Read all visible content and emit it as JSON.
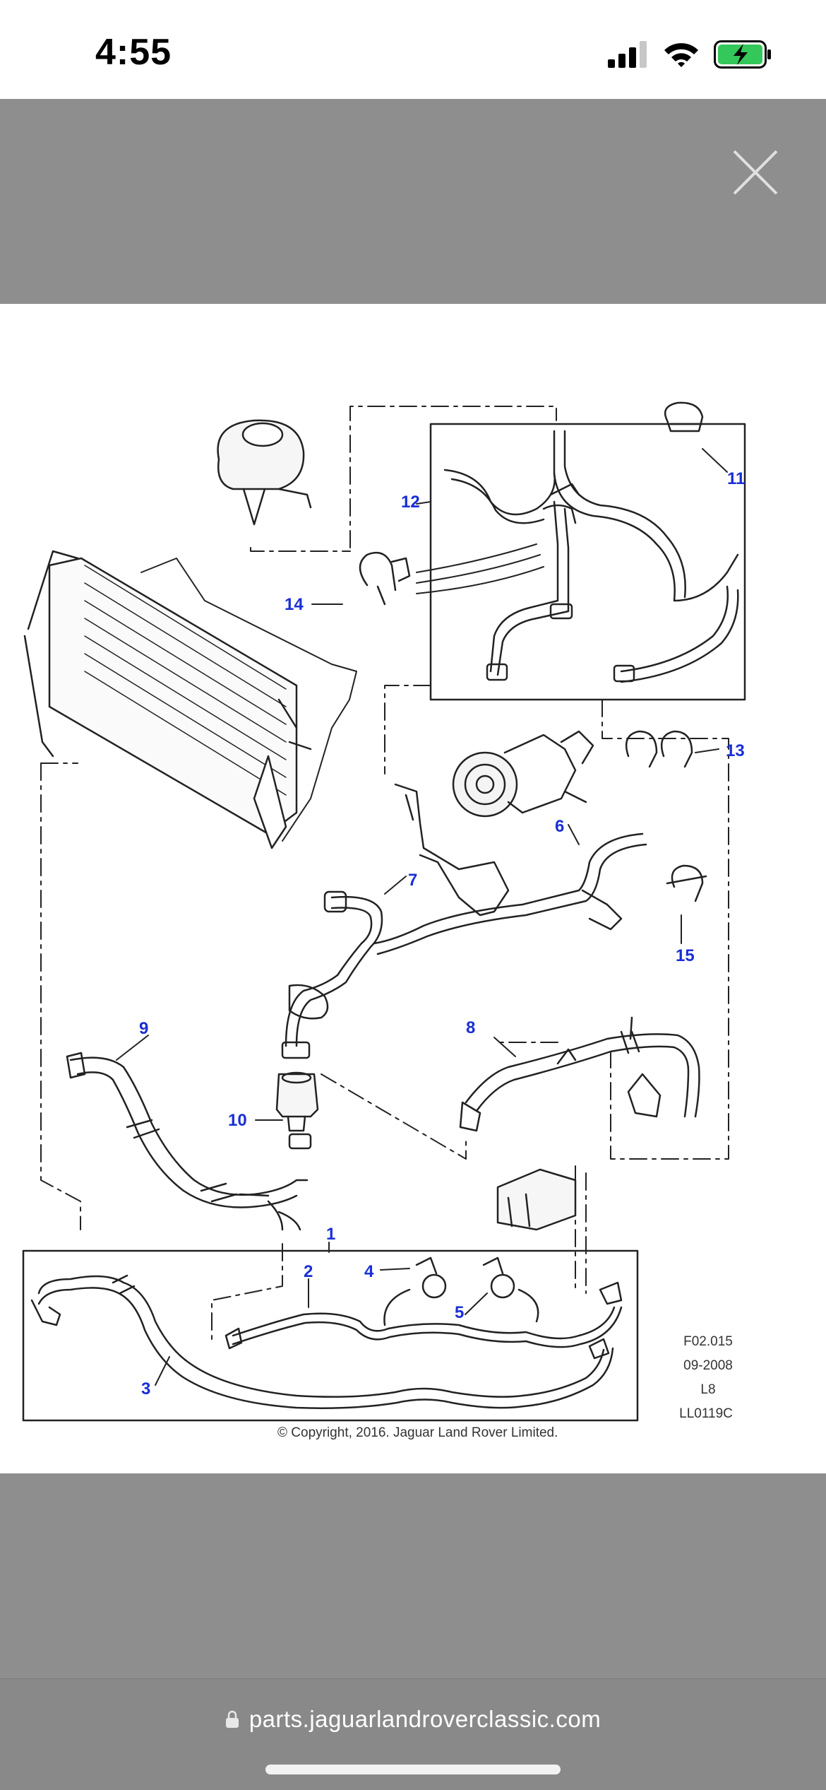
{
  "status_bar": {
    "time": "4:55",
    "icons": [
      "cellular-signal-icon",
      "wifi-icon",
      "battery-charging-icon"
    ],
    "battery_color": "#34c759"
  },
  "viewer": {
    "close_icon": "close-icon",
    "overlay_color": "#8e8e8e"
  },
  "diagram": {
    "callout_color": "#1a2fd6",
    "callouts": [
      "1",
      "2",
      "3",
      "4",
      "5",
      "6",
      "7",
      "8",
      "9",
      "10",
      "11",
      "12",
      "13",
      "14",
      "15"
    ],
    "ref_codes": [
      "F02.015",
      "09-2008",
      "L8",
      "LL0119C"
    ],
    "copyright": "© Copyright, 2016. Jaguar Land Rover Limited."
  },
  "browser": {
    "lock_icon": "lock-icon",
    "url": "parts.jaguarlandroverclassic.com"
  }
}
